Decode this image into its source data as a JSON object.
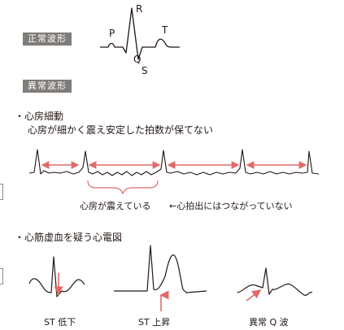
{
  "normal": {
    "badge": "正常波形",
    "wave_labels": {
      "p": "P",
      "q": "Q",
      "r": "R",
      "s": "S",
      "t": "T"
    }
  },
  "abnormal": {
    "badge": "異常波形",
    "afib": {
      "heading": "・心房細動",
      "description": "心房が細かく震え安定した拍数が保てない",
      "caption_quiver": "心房が震えている",
      "caption_output": "←心拍出にはつながっていない"
    },
    "ischemia": {
      "heading": "・心筋虚血を疑う心電図",
      "labels": [
        "ST 低下",
        "ST 上昇",
        "異常 Q 波"
      ]
    }
  },
  "colors": {
    "accent": "#e06a6a",
    "trace": "#231815",
    "badge_bg": "#807c79"
  }
}
